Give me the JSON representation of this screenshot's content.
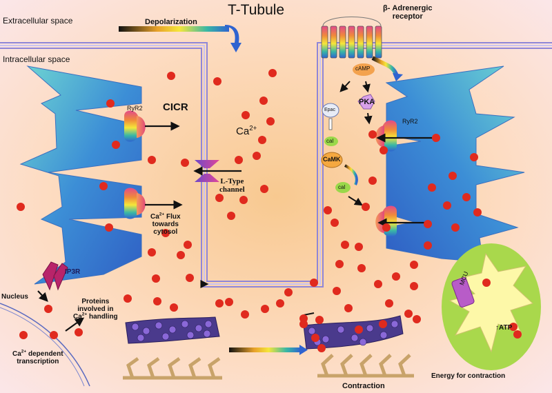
{
  "title": "T-Tubule",
  "regions": {
    "extracellular": "Extracellular space",
    "intracellular": "Intracellular  space"
  },
  "labels": {
    "depolarization": "Depolarization",
    "cicr": "CICR",
    "ca_ion": "Ca",
    "ca_charge": "2+",
    "ltype_line1": "L-Type",
    "ltype_line2": "channel",
    "flux_ca": "Ca",
    "flux_charge": "2+",
    "flux_line1": " Flux",
    "flux_line2": "towards",
    "flux_line3": "cytosol",
    "beta_line1": "β- Adrenergic",
    "beta_line2": "receptor",
    "camp": "cAMP",
    "pka": "PKA",
    "epac": "Epac",
    "cal": "cal",
    "camk": "CaMK",
    "ryr2": "RyR2",
    "ip3r": "IP3R",
    "nucleus": "Nucleus",
    "proteins_line1": "Proteins",
    "proteins_line2": "involved in",
    "proteins_line3": "Ca",
    "proteins_line3_charge": "2+",
    "proteins_line3_end": " handling",
    "transcription_ca": "Ca",
    "transcription_charge": "2+",
    "transcription_line1_end": " dependent",
    "transcription_line2": "transcription",
    "mcu": "MCU",
    "atp": "↑ATP",
    "energy": "Energy for contraction",
    "contraction": "Contraction"
  },
  "colors": {
    "ca_ion": "#e02a1e",
    "membrane": "#8f86d8",
    "sr_blue": "#4c93d6",
    "mitochondrion": "#a9d84c",
    "mito_inner": "#fdf8a8",
    "myofilament": "#4a3a8c",
    "actin": "#c8a36a"
  }
}
